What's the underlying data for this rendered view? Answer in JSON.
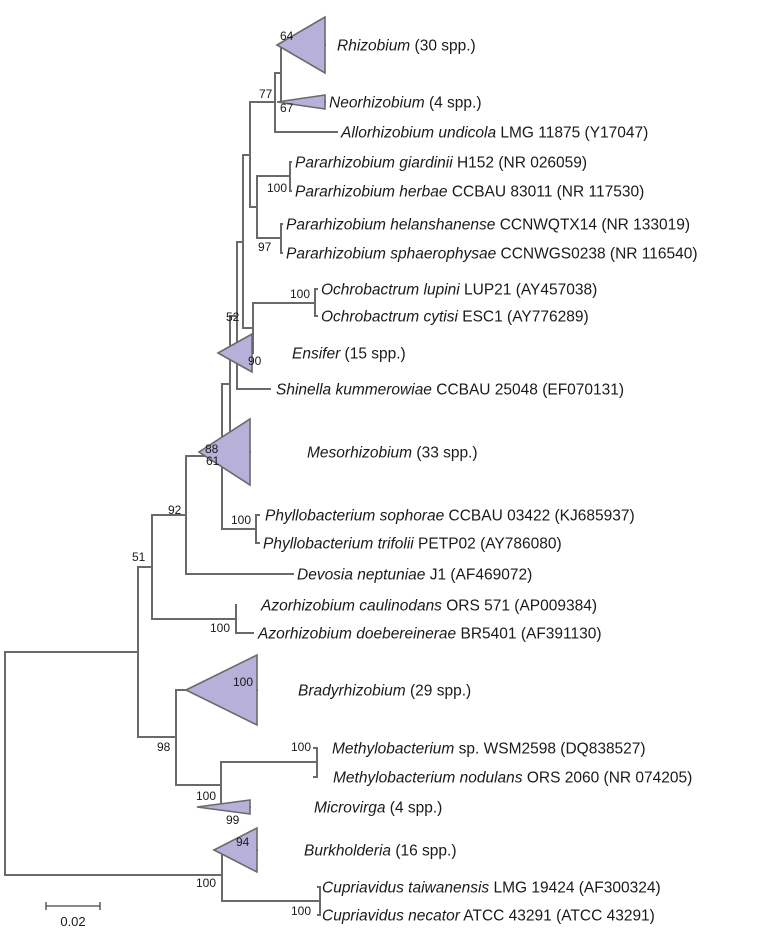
{
  "tree": {
    "leaves": [
      {
        "id": "rhizobium",
        "italic": "Rhizobium",
        "rest": " (30 spp.)",
        "collapsed": true
      },
      {
        "id": "neorhizobium",
        "italic": "Neorhizobium",
        "rest": " (4 spp.)",
        "collapsed": true
      },
      {
        "id": "allorhizobium",
        "italic": "Allorhizobium undicola",
        "rest": " LMG 11875 (Y17047)"
      },
      {
        "id": "p-giardinii",
        "italic": "Pararhizobium giardinii",
        "rest": " H152 (NR 026059)"
      },
      {
        "id": "p-herbae",
        "italic": "Pararhizobium herbae",
        "rest": " CCBAU 83011 (NR 117530)"
      },
      {
        "id": "p-helanshanense",
        "italic": "Pararhizobium helanshanense",
        "rest": " CCNWQTX14 (NR 133019)"
      },
      {
        "id": "p-sphaerophysae",
        "italic": "Pararhizobium sphaerophysae",
        "rest": " CCNWGS0238 (NR 116540)"
      },
      {
        "id": "o-lupini",
        "italic": "Ochrobactrum lupini",
        "rest": " LUP21 (AY457038)"
      },
      {
        "id": "o-cytisi",
        "italic": "Ochrobactrum cytisi",
        "rest": " ESC1 (AY776289)"
      },
      {
        "id": "ensifer",
        "italic": "Ensifer",
        "rest": " (15 spp.)",
        "collapsed": true
      },
      {
        "id": "shinella",
        "italic": "Shinella kummerowiae",
        "rest": " CCBAU 25048 (EF070131)"
      },
      {
        "id": "mesorhizobium",
        "italic": "Mesorhizobium",
        "rest": " (33 spp.)",
        "collapsed": true
      },
      {
        "id": "ph-sophorae",
        "italic": "Phyllobacterium sophorae",
        "rest": " CCBAU 03422 (KJ685937)"
      },
      {
        "id": "ph-trifolii",
        "italic": "Phyllobacterium trifolii",
        "rest": " PETP02 (AY786080)"
      },
      {
        "id": "devosia",
        "italic": "Devosia neptuniae",
        "rest": " J1 (AF469072)"
      },
      {
        "id": "a-caulinodans",
        "italic": "Azorhizobium caulinodans",
        "rest": " ORS 571 (AP009384)"
      },
      {
        "id": "a-doebereinerae",
        "italic": "Azorhizobium doebereinerae",
        "rest": " BR5401 (AF391130)"
      },
      {
        "id": "bradyrhizobium",
        "italic": "Bradyrhizobium",
        "rest": " (29 spp.)",
        "collapsed": true
      },
      {
        "id": "m-wsm2598",
        "italic": "Methylobacterium",
        "rest": " sp. WSM2598 (DQ838527)"
      },
      {
        "id": "m-nodulans",
        "italic": "Methylobacterium nodulans",
        "rest": " ORS 2060 (NR 074205)"
      },
      {
        "id": "microvirga",
        "italic": "Microvirga",
        "rest": " (4 spp.)",
        "collapsed": true
      },
      {
        "id": "burkholderia",
        "italic": "Burkholderia",
        "rest": " (16 spp.)",
        "collapsed": true
      },
      {
        "id": "c-taiwanensis",
        "italic": "Cupriavidus taiwanensis",
        "rest": " LMG 19424 (AF300324)"
      },
      {
        "id": "c-necator",
        "italic": "Cupriavidus necator",
        "rest": " ATCC 43291 (ATCC 43291)"
      }
    ],
    "support_values": [
      "64",
      "67",
      "77",
      "100",
      "97",
      "100",
      "90",
      "52",
      "61",
      "88",
      "100",
      "92",
      "51",
      "100",
      "100",
      "98",
      "100",
      "100",
      "99",
      "94",
      "100",
      "100"
    ],
    "scale_bar": {
      "label": "0.02"
    },
    "colors": {
      "branch": "#6a6a6a",
      "collapsed_fill": "#b7b0d9"
    }
  }
}
